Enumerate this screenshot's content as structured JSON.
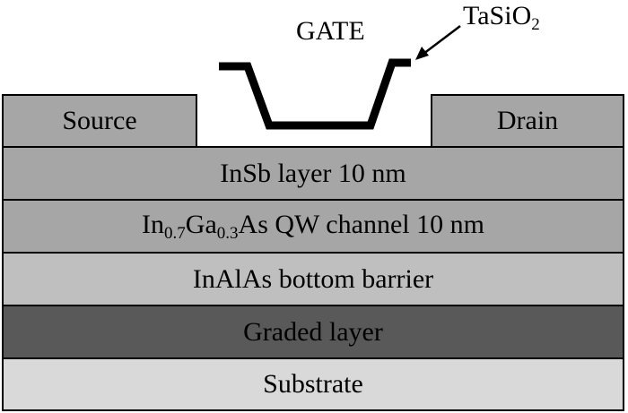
{
  "diagram": {
    "contacts": {
      "source": "Source",
      "drain": "Drain"
    },
    "gate_label": "GATE",
    "dielectric": {
      "main": "TaSiO",
      "sub": "2"
    },
    "layers": {
      "insb": "InSb layer 10 nm",
      "channel": {
        "in": "In",
        "in_sub": "0.7",
        "ga": "Ga",
        "ga_sub": "0.3",
        "rest": "As QW channel 10 nm"
      },
      "barrier": "InAlAs bottom barrier",
      "graded": "Graded layer",
      "substrate": "Substrate"
    },
    "colors": {
      "contacts": "#a6a6a6",
      "insb": "#a6a6a6",
      "channel": "#a6a6a6",
      "barrier": "#bfbfbf",
      "graded": "#595959",
      "substrate": "#d9d9d9",
      "outline": "#000000"
    }
  }
}
